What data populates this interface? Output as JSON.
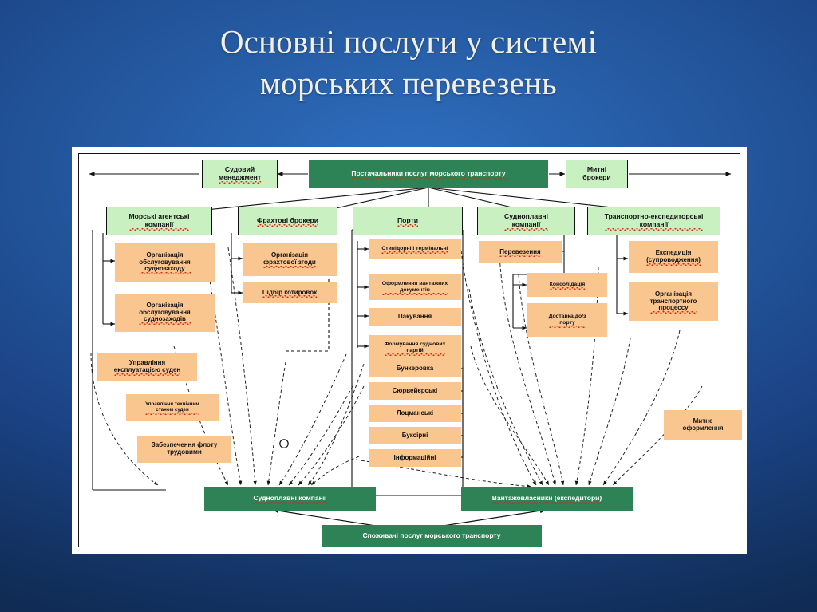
{
  "slide": {
    "title": "Основні послуги у системі\nморських перевезень",
    "background_color": "#1b4385",
    "title_color": "#f1efe8"
  },
  "diagram": {
    "canvas_color": "#ffffff",
    "colors": {
      "header_green": "#2e8356",
      "category_green": "#c9f0c0",
      "service_orange": "#f9c690",
      "outline": "#111111"
    },
    "top": {
      "ship_management": "Судовий\nменеджмент",
      "suppliers": "Постачальники послуг морського транспорту",
      "customs_brokers": "Митні\nброкери"
    },
    "categories": [
      {
        "id": "agency",
        "label": "Морські агентські\nкомпанії"
      },
      {
        "id": "chartering",
        "label": "Фрахтові брокери"
      },
      {
        "id": "ports",
        "label": "Порти"
      },
      {
        "id": "shipping",
        "label": "Судноплавні\nкомпанії"
      },
      {
        "id": "forwarding",
        "label": "Транспортно-експедиторські\nкомпанії"
      }
    ],
    "services": {
      "agency": [
        "Організація\nобслуговування\nсуднозаходу",
        "Організація\nобслуговування\nсуднозаходів"
      ],
      "agency_extra": [
        "Управління\nексплуатацією суден",
        "Управління технічним\nстаном суден",
        "Забезпечення флоту\nтрудовими"
      ],
      "chartering": [
        "Організація\nфрахтової згоди",
        "Підбір котировок"
      ],
      "ports_main": [
        "Стивідорні і термінальні",
        "Оформлення вантажних\nдокументів",
        "Пакування",
        "Формування суднових\nпартій"
      ],
      "ports_secondary": [
        "Бункеровка",
        "Сюрвейєрські",
        "Лоцманські",
        "Буксірні",
        "Інформаційні"
      ],
      "shipping": [
        "Перевезення",
        "Консолідація",
        "Доставка до/з\nпорту"
      ],
      "forwarding": [
        "Експедиція\n(супроводження)",
        "Організація\nтранспортного\nпроцессу"
      ],
      "customs": [
        "Митне\nоформлення"
      ]
    },
    "bottom": {
      "shipping_companies": "Судноплавні компанії",
      "cargo_owners": "Вантажовласники (експедитори)",
      "consumers": "Споживачі послуг морського транспорту"
    }
  }
}
